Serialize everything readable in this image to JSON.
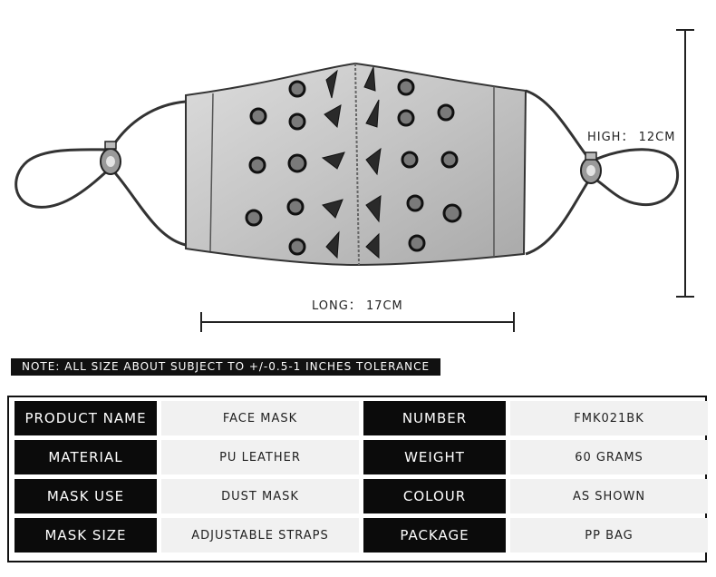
{
  "dimensions": {
    "high": "HIGH： 12CM",
    "long": "LONG： 17CM"
  },
  "note": "NOTE: ALL SIZE ABOUT SUBJECT TO +/-0.5-1 INCHES TOLERANCE",
  "specs": [
    {
      "label": "PRODUCT NAME",
      "value": "FACE MASK"
    },
    {
      "label": "NUMBER",
      "value": "FMK021BK"
    },
    {
      "label": "MATERIAL",
      "value": "PU LEATHER"
    },
    {
      "label": "WEIGHT",
      "value": "60 GRAMS"
    },
    {
      "label": "MASK USE",
      "value": "DUST MASK"
    },
    {
      "label": "COLOUR",
      "value": "AS SHOWN"
    },
    {
      "label": "MASK SIZE",
      "value": "ADJUSTABLE STRAPS"
    },
    {
      "label": "PACKAGE",
      "value": "PP BAG"
    }
  ]
}
